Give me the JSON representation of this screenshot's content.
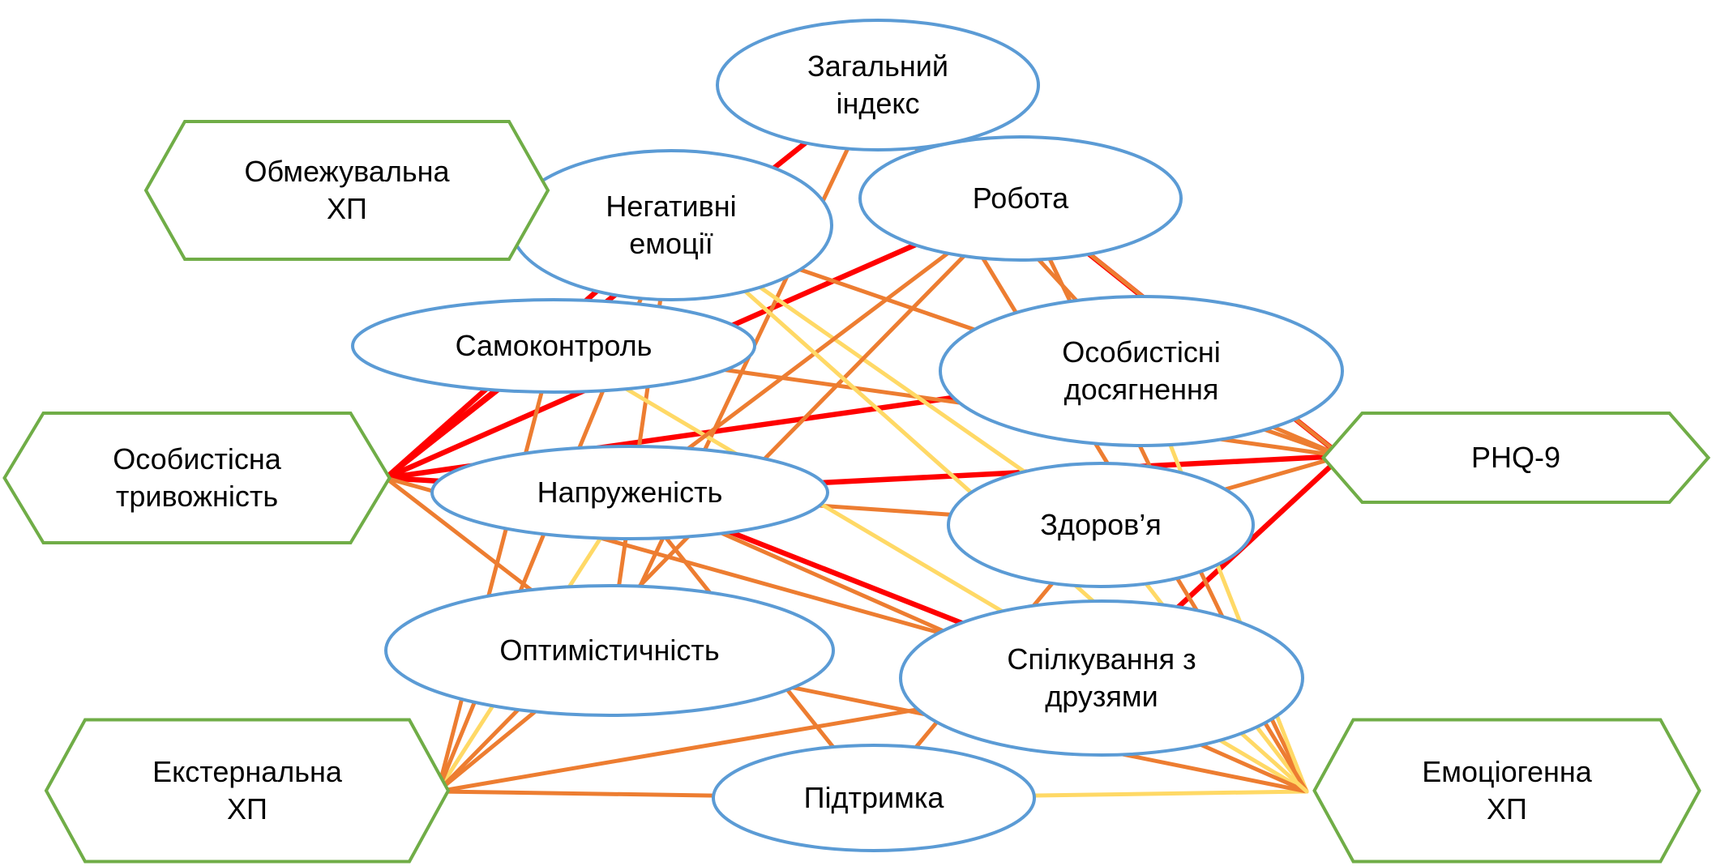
{
  "colors": {
    "strong": "#ff0000",
    "medium": "#ed7d31",
    "weak": "#ffd966",
    "oval_border": "#5b9bd5",
    "hex_border": "#70ad47"
  },
  "nodes": [
    {
      "id": "general",
      "shape": "oval",
      "lines": [
        "Загальний",
        "індекс"
      ]
    },
    {
      "id": "negative",
      "shape": "oval",
      "lines": [
        "Негативні",
        "емоції"
      ]
    },
    {
      "id": "work",
      "shape": "oval",
      "lines": [
        "Робота"
      ]
    },
    {
      "id": "selfcontrol",
      "shape": "oval",
      "lines": [
        "Самоконтроль"
      ]
    },
    {
      "id": "achievements",
      "shape": "oval",
      "lines": [
        "Особистісні",
        "досягнення"
      ]
    },
    {
      "id": "tension",
      "shape": "oval",
      "lines": [
        "Напруженість"
      ]
    },
    {
      "id": "health",
      "shape": "oval",
      "lines": [
        "Здоров’я"
      ]
    },
    {
      "id": "optimism",
      "shape": "oval",
      "lines": [
        "Оптимістичність"
      ]
    },
    {
      "id": "friends",
      "shape": "oval",
      "lines": [
        "Спілкування з",
        "друзями"
      ]
    },
    {
      "id": "support",
      "shape": "oval",
      "lines": [
        "Підтримка"
      ]
    },
    {
      "id": "restrictive",
      "shape": "hex",
      "lines": [
        "Обмежувальна",
        "ХП"
      ]
    },
    {
      "id": "anxiety",
      "shape": "hex",
      "lines": [
        "Особистісна",
        "тривожність"
      ]
    },
    {
      "id": "phq9",
      "shape": "hex",
      "lines": [
        "PHQ-9"
      ]
    },
    {
      "id": "external",
      "shape": "hex",
      "lines": [
        "Екстернальна",
        "ХП"
      ]
    },
    {
      "id": "emotional",
      "shape": "hex",
      "lines": [
        "Емоціогенна",
        "ХП"
      ]
    }
  ],
  "edges": [
    {
      "from": "restrictive",
      "to": "negative",
      "strength": "weak"
    },
    {
      "from": "anxiety",
      "to": "negative",
      "strength": "strong"
    },
    {
      "from": "anxiety",
      "to": "selfcontrol",
      "strength": "strong"
    },
    {
      "from": "anxiety",
      "to": "general",
      "strength": "strong"
    },
    {
      "from": "anxiety",
      "to": "work",
      "strength": "strong"
    },
    {
      "from": "anxiety",
      "to": "achievements",
      "strength": "strong"
    },
    {
      "from": "anxiety",
      "to": "tension",
      "strength": "strong"
    },
    {
      "from": "anxiety",
      "to": "optimism",
      "strength": "medium"
    },
    {
      "from": "anxiety",
      "to": "friends",
      "strength": "medium"
    },
    {
      "from": "phq9",
      "to": "tension",
      "strength": "strong"
    },
    {
      "from": "phq9",
      "to": "friends",
      "strength": "strong"
    },
    {
      "from": "phq9",
      "to": "general",
      "strength": "strong"
    },
    {
      "from": "phq9",
      "to": "work",
      "strength": "medium"
    },
    {
      "from": "phq9",
      "to": "selfcontrol",
      "strength": "medium"
    },
    {
      "from": "phq9",
      "to": "negative",
      "strength": "medium"
    },
    {
      "from": "phq9",
      "to": "achievements",
      "strength": "medium"
    },
    {
      "from": "phq9",
      "to": "health",
      "strength": "medium"
    },
    {
      "from": "tension",
      "to": "friends",
      "strength": "strong"
    },
    {
      "from": "tension",
      "to": "health",
      "strength": "medium"
    },
    {
      "from": "general",
      "to": "optimism",
      "strength": "medium"
    },
    {
      "from": "general",
      "to": "achievements",
      "strength": "medium"
    },
    {
      "from": "negative",
      "to": "optimism",
      "strength": "medium"
    },
    {
      "from": "negative",
      "to": "health",
      "strength": "weak"
    },
    {
      "from": "selfcontrol",
      "to": "emotional",
      "strength": "weak"
    },
    {
      "from": "work",
      "to": "tension",
      "strength": "medium"
    },
    {
      "from": "work",
      "to": "emotional",
      "strength": "medium"
    },
    {
      "from": "external",
      "to": "optimism",
      "strength": "medium"
    },
    {
      "from": "external",
      "to": "friends",
      "strength": "medium"
    },
    {
      "from": "external",
      "to": "support",
      "strength": "medium"
    },
    {
      "from": "external",
      "to": "tension",
      "strength": "weak"
    },
    {
      "from": "external",
      "to": "negative",
      "strength": "medium"
    },
    {
      "from": "external",
      "to": "selfcontrol",
      "strength": "medium"
    },
    {
      "from": "external",
      "to": "work",
      "strength": "medium"
    },
    {
      "from": "emotional",
      "to": "support",
      "strength": "weak"
    },
    {
      "from": "emotional",
      "to": "optimism",
      "strength": "medium"
    },
    {
      "from": "emotional",
      "to": "tension",
      "strength": "medium"
    },
    {
      "from": "emotional",
      "to": "achievements",
      "strength": "weak"
    },
    {
      "from": "emotional",
      "to": "health",
      "strength": "weak"
    },
    {
      "from": "emotional",
      "to": "general",
      "strength": "medium"
    },
    {
      "from": "emotional",
      "to": "negative",
      "strength": "weak"
    },
    {
      "from": "support",
      "to": "tension",
      "strength": "medium"
    },
    {
      "from": "support",
      "to": "health",
      "strength": "medium"
    }
  ]
}
